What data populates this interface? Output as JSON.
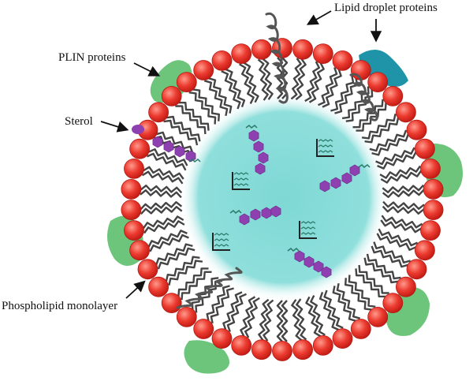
{
  "labels": {
    "lipid_droplet_proteins": "Lipid droplet proteins",
    "plin_proteins": "PLIN proteins",
    "sterol": "Sterol",
    "phospholipid_monolayer": "Phospholipid monolayer"
  },
  "colors": {
    "core": "#8fdfdc",
    "core_edge": "#c8f0ee",
    "head": "#e8322c",
    "head_highlight": "#ff9a8c",
    "tail": "#444444",
    "plin": "#6cc57a",
    "ldp_blue": "#1f93a8",
    "sterol_purple": "#8e3fb0",
    "ester_line": "#222222",
    "helix": "#555555"
  }
}
